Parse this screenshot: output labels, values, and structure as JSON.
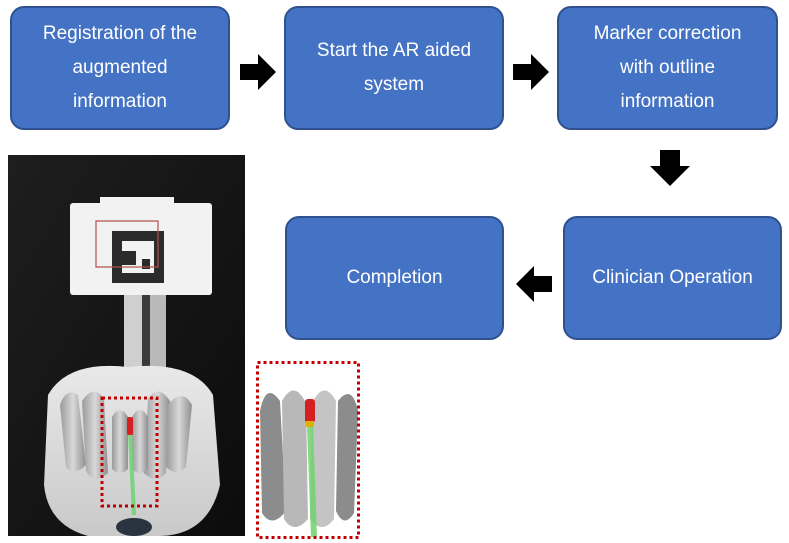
{
  "flow": {
    "step1": "Registration of the augmented information",
    "step2": "Start the AR aided system",
    "step3": "Marker correction with outline information",
    "step4": "Clinician Operation",
    "step5": "Completion"
  },
  "colors": {
    "box_fill": "#4472C4",
    "box_border": "#2F528F",
    "box_text": "#ffffff",
    "arrow": "#000000",
    "highlight_outline": "#C00000"
  },
  "images": {
    "main_photo": "ar-marker-on-dental-model-photo",
    "zoom_photo": "magnified-tooth-with-virtual-guide"
  }
}
